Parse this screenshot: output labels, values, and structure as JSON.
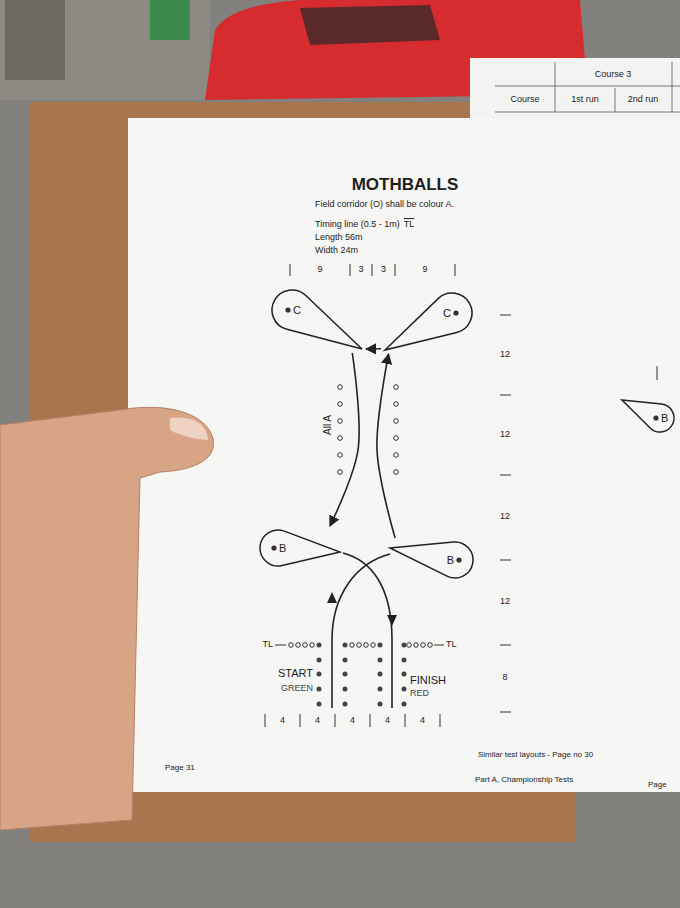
{
  "diagram": {
    "title": "MOTHBALLS",
    "nodes": [
      {
        "text": [
          "C"
        ]
      },
      {
        "text": [
          "C"
        ]
      },
      {
        "text": [
          "B"
        ]
      },
      {
        "text": [
          "B"
        ]
      },
      {
        "text": [
          "B"
        ]
      }
    ],
    "edges": [
      {
        "from": 3,
        "to": 1,
        "arrow": "to"
      },
      {
        "from": 1,
        "to": 0,
        "arrow": "to"
      },
      {
        "from": 0,
        "to": 2,
        "arrow": "to"
      }
    ],
    "labels": [
      "Field corridor (O) shall be colour A.",
      "Timing line (0.5 - 1m)",
      "TL",
      "Length 56m",
      "Width 24m",
      "9",
      "3",
      "3",
      "9",
      "All A",
      "12",
      "12",
      "12",
      "12",
      "8",
      "TL",
      "TL",
      "START",
      "GREEN",
      "FINISH",
      "RED",
      "4",
      "4",
      "4",
      "4",
      "4",
      "Page 31",
      "Similar test layouts - Page no 30",
      "Part A, Championship Tests",
      "Page",
      "Course 3",
      "1st run",
      "2nd run",
      "Course"
    ]
  }
}
